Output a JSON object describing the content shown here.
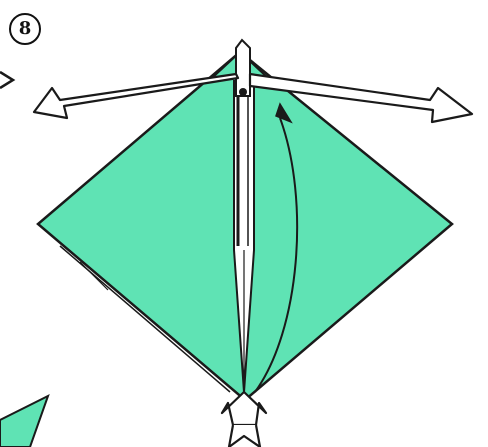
{
  "step": {
    "number": "8"
  },
  "colors": {
    "paper": "#5fe3b4",
    "paper_shadow": "#3fcf9c",
    "line": "#1a1a1a",
    "background": "#ffffff",
    "arrow_fill": "#ffffff"
  },
  "icons": {
    "step_marker": "circled-number",
    "spread_arrow": "double-headed-hollow-arrow",
    "fold_arrow": "curved-valley-fold-arrow",
    "push_arrow": "push-in-arrow"
  }
}
